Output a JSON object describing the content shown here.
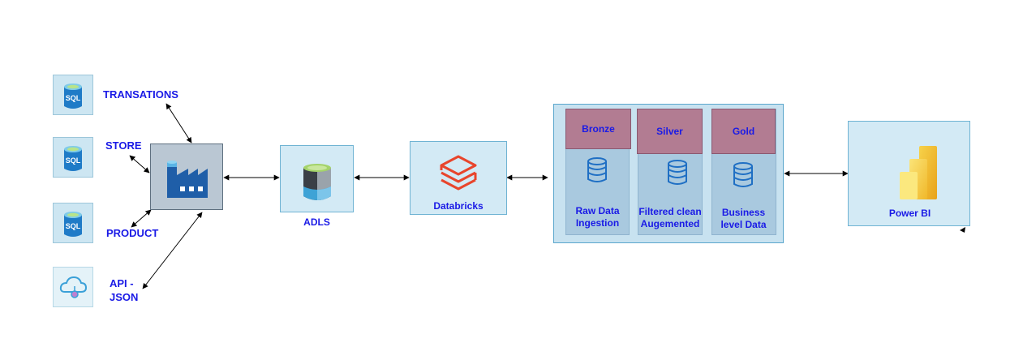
{
  "sources": {
    "transactions_label": "TRANSATIONS",
    "store_label": "STORE",
    "product_label": "PRODUCT",
    "api_label_line1": "API -",
    "api_label_line2": "JSON",
    "sql_icon_text": "SQL"
  },
  "pipeline": {
    "adls_label": "ADLS",
    "databricks_label": "Databricks",
    "powerbi_label": "Power BI"
  },
  "medallion": {
    "layers": [
      {
        "name": "Bronze",
        "desc_line1": "Raw Data",
        "desc_line2": "Ingestion"
      },
      {
        "name": "Silver",
        "desc_line1": "Filtered clean",
        "desc_line2": "Augemented"
      },
      {
        "name": "Gold",
        "desc_line1": "Business",
        "desc_line2": "level Data"
      }
    ]
  },
  "icons": {
    "sql": "sql-database-icon",
    "api": "cloud-api-icon",
    "factory": "data-factory-icon",
    "adls": "storage-icon",
    "databricks": "databricks-icon",
    "db": "database-icon",
    "powerbi": "power-bi-icon"
  },
  "colors": {
    "label_text": "#1a1ae6",
    "box_fill": "#d3eaf5",
    "layer_head": "#b27c92",
    "layer_col": "#a9c9df",
    "databricks_red": "#e8452c"
  }
}
